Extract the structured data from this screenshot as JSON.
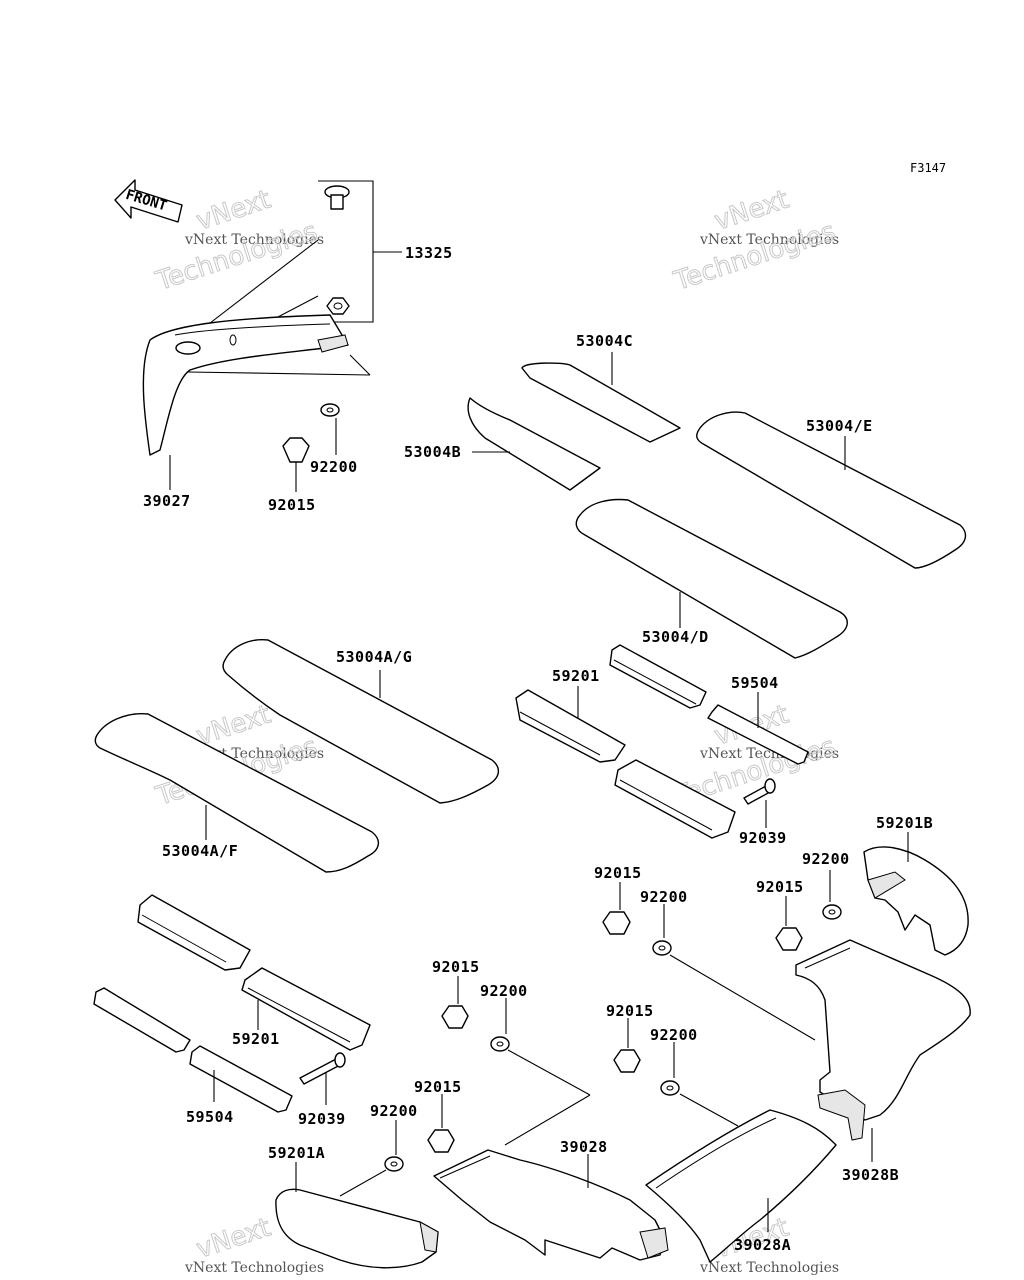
{
  "figure_code": "F3147",
  "front_label": "FRONT",
  "watermark": {
    "brand": "vNext",
    "line1": "vNext Technologies",
    "line2": "Technologies"
  },
  "parts": {
    "p13325": "13325",
    "p39027": "39027",
    "p92015": "92015",
    "p92200": "92200",
    "p53004C": "53004C",
    "p53004B": "53004B",
    "p53004E": "53004/E",
    "p53004D": "53004/D",
    "p53004AG": "53004A/G",
    "p53004AF": "53004A/F",
    "p59201": "59201",
    "p59504": "59504",
    "p92039": "92039",
    "p59201B": "59201B",
    "p59201A": "59201A",
    "p39028": "39028",
    "p39028A": "39028A",
    "p39028B": "39028B"
  }
}
